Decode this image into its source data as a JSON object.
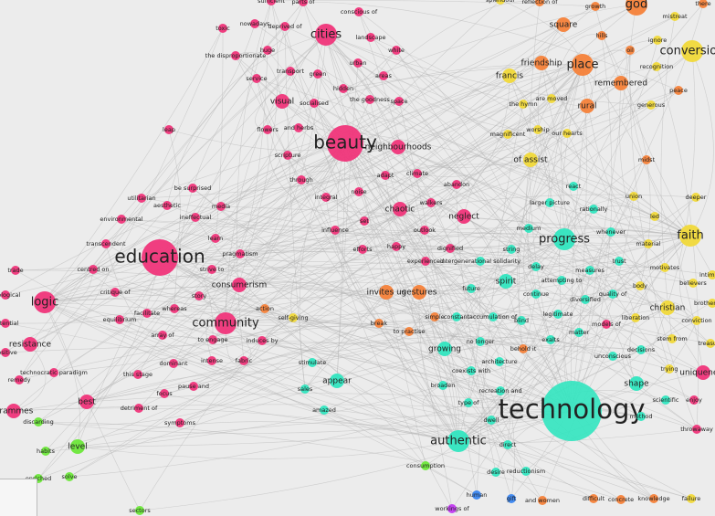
{
  "graph": {
    "colors": {
      "pink": "#f0357a",
      "orange": "#f5823a",
      "yellow": "#f1d93a",
      "teal": "#32e6c0",
      "green": "#6de83a",
      "blue": "#3a86f0",
      "purple": "#c23af0"
    },
    "nodes": [
      {
        "label": "technology",
        "color": "teal",
        "size": "xl"
      },
      {
        "label": "education",
        "color": "pink",
        "size": "l"
      },
      {
        "label": "beauty",
        "color": "pink",
        "size": "l"
      },
      {
        "label": "progress",
        "color": "teal",
        "size": "m"
      },
      {
        "label": "faith",
        "color": "yellow",
        "size": "m"
      },
      {
        "label": "authentic",
        "color": "teal",
        "size": "m"
      },
      {
        "label": "logic",
        "color": "pink",
        "size": "m"
      },
      {
        "label": "community",
        "color": "pink",
        "size": "m"
      },
      {
        "label": "cities",
        "color": "pink",
        "size": "m"
      },
      {
        "label": "god",
        "color": "orange",
        "size": "m"
      },
      {
        "label": "place",
        "color": "orange",
        "size": "m"
      },
      {
        "label": "conversion",
        "color": "yellow",
        "size": "m"
      },
      {
        "label": "spirit",
        "color": "teal",
        "size": "s"
      },
      {
        "label": "growing",
        "color": "teal",
        "size": "s"
      },
      {
        "label": "appear",
        "color": "teal",
        "size": "s"
      },
      {
        "label": "remembered",
        "color": "orange",
        "size": "s"
      },
      {
        "label": "square",
        "color": "orange",
        "size": "s"
      },
      {
        "label": "friendship",
        "color": "orange",
        "size": "s"
      },
      {
        "label": "christian",
        "color": "yellow",
        "size": "s"
      },
      {
        "label": "resistance",
        "color": "pink",
        "size": "s"
      },
      {
        "label": "consumerism",
        "color": "pink",
        "size": "s"
      },
      {
        "label": "chaotic",
        "color": "pink",
        "size": "s"
      },
      {
        "label": "neglect",
        "color": "pink",
        "size": "s"
      },
      {
        "label": "shape",
        "color": "teal",
        "size": "s"
      },
      {
        "label": "level",
        "color": "green",
        "size": "s"
      },
      {
        "label": "visual",
        "color": "pink",
        "size": "s"
      },
      {
        "label": "of assist",
        "color": "yellow",
        "size": "s"
      },
      {
        "label": "francis",
        "color": "yellow",
        "size": "s"
      },
      {
        "label": "rural",
        "color": "orange",
        "size": "s"
      },
      {
        "label": "uniqueness",
        "color": "pink",
        "size": "s"
      },
      {
        "label": "best",
        "color": "pink",
        "size": "s"
      },
      {
        "label": "grammes",
        "color": "pink",
        "size": "s"
      },
      {
        "label": "neighbourhoods",
        "color": "pink",
        "size": "s"
      },
      {
        "label": "invites us",
        "color": "orange",
        "size": "s"
      },
      {
        "label": "gestures",
        "color": "orange",
        "size": "s"
      },
      {
        "label": "direct",
        "color": "teal",
        "size": "xs"
      },
      {
        "label": "reductionism",
        "color": "teal",
        "size": "xs"
      },
      {
        "label": "desire",
        "color": "teal",
        "size": "xs"
      },
      {
        "label": "human",
        "color": "blue",
        "size": "xs"
      },
      {
        "label": "gift",
        "color": "blue",
        "size": "xs"
      },
      {
        "label": "and women",
        "color": "orange",
        "size": "xs"
      },
      {
        "label": "difficult",
        "color": "orange",
        "size": "xs"
      },
      {
        "label": "concrete",
        "color": "orange",
        "size": "xs"
      },
      {
        "label": "knowledge",
        "color": "orange",
        "size": "xs"
      },
      {
        "label": "failure",
        "color": "yellow",
        "size": "xs"
      },
      {
        "label": "workings of",
        "color": "purple",
        "size": "xs"
      },
      {
        "label": "consumption",
        "color": "green",
        "size": "xs"
      },
      {
        "label": "solve",
        "color": "green",
        "size": "xs"
      },
      {
        "label": "habits",
        "color": "green",
        "size": "xs"
      },
      {
        "label": "discarding",
        "color": "green",
        "size": "xs"
      },
      {
        "label": "sectors",
        "color": "green",
        "size": "xs"
      },
      {
        "label": "enriched",
        "color": "green",
        "size": "xs"
      },
      {
        "label": "amazed",
        "color": "teal",
        "size": "xs"
      },
      {
        "label": "sales",
        "color": "teal",
        "size": "xs"
      },
      {
        "label": "stimulate",
        "color": "teal",
        "size": "xs"
      },
      {
        "label": "self-giving",
        "color": "yellow",
        "size": "xs"
      },
      {
        "label": "action",
        "color": "orange",
        "size": "xs"
      },
      {
        "label": "fabric",
        "color": "pink",
        "size": "xs"
      },
      {
        "label": "induces by",
        "color": "pink",
        "size": "xs"
      },
      {
        "label": "to engage",
        "color": "pink",
        "size": "xs"
      },
      {
        "label": "intense",
        "color": "pink",
        "size": "xs"
      },
      {
        "label": "pause and",
        "color": "pink",
        "size": "xs"
      },
      {
        "label": "symptoms",
        "color": "pink",
        "size": "xs"
      },
      {
        "label": "focus",
        "color": "pink",
        "size": "xs"
      },
      {
        "label": "dominant",
        "color": "pink",
        "size": "xs"
      },
      {
        "label": "array of",
        "color": "pink",
        "size": "xs"
      },
      {
        "label": "whereas",
        "color": "pink",
        "size": "xs"
      },
      {
        "label": "story",
        "color": "pink",
        "size": "xs"
      },
      {
        "label": "facilitate",
        "color": "pink",
        "size": "xs"
      },
      {
        "label": "this stage",
        "color": "pink",
        "size": "xs"
      },
      {
        "label": "detriment of",
        "color": "pink",
        "size": "xs"
      },
      {
        "label": "technocratic paradigm",
        "color": "pink",
        "size": "xs"
      },
      {
        "label": "remedy",
        "color": "pink",
        "size": "xs"
      },
      {
        "label": "positive",
        "color": "pink",
        "size": "xs"
      },
      {
        "label": "potential",
        "color": "pink",
        "size": "xs"
      },
      {
        "label": "ecological",
        "color": "pink",
        "size": "xs"
      },
      {
        "label": "trade",
        "color": "pink",
        "size": "xs"
      },
      {
        "label": "centred on",
        "color": "pink",
        "size": "xs"
      },
      {
        "label": "critique of",
        "color": "pink",
        "size": "xs"
      },
      {
        "label": "equilibrium",
        "color": "pink",
        "size": "xs"
      },
      {
        "label": "transcendent",
        "color": "pink",
        "size": "xs"
      },
      {
        "label": "environmental",
        "color": "pink",
        "size": "xs"
      },
      {
        "label": "utilitarian",
        "color": "pink",
        "size": "xs"
      },
      {
        "label": "aesthetic",
        "color": "pink",
        "size": "xs"
      },
      {
        "label": "ineffectual",
        "color": "pink",
        "size": "xs"
      },
      {
        "label": "be surprised",
        "color": "pink",
        "size": "xs"
      },
      {
        "label": "media",
        "color": "pink",
        "size": "xs"
      },
      {
        "label": "learn",
        "color": "pink",
        "size": "xs"
      },
      {
        "label": "pragmatism",
        "color": "pink",
        "size": "xs"
      },
      {
        "label": "strive to",
        "color": "pink",
        "size": "xs"
      },
      {
        "label": "leap",
        "color": "pink",
        "size": "xs"
      },
      {
        "label": "flowers",
        "color": "pink",
        "size": "xs"
      },
      {
        "label": "and herbs",
        "color": "pink",
        "size": "xs"
      },
      {
        "label": "scripture",
        "color": "pink",
        "size": "xs"
      },
      {
        "label": "through",
        "color": "pink",
        "size": "xs"
      },
      {
        "label": "integral",
        "color": "pink",
        "size": "xs"
      },
      {
        "label": "noise",
        "color": "pink",
        "size": "xs"
      },
      {
        "label": "set",
        "color": "pink",
        "size": "xs"
      },
      {
        "label": "influence",
        "color": "pink",
        "size": "xs"
      },
      {
        "label": "efforts",
        "color": "pink",
        "size": "xs"
      },
      {
        "label": "happy",
        "color": "pink",
        "size": "xs"
      },
      {
        "label": "outlook",
        "color": "pink",
        "size": "xs"
      },
      {
        "label": "walkers",
        "color": "pink",
        "size": "xs"
      },
      {
        "label": "adapt",
        "color": "pink",
        "size": "xs"
      },
      {
        "label": "climate",
        "color": "pink",
        "size": "xs"
      },
      {
        "label": "abandon",
        "color": "pink",
        "size": "xs"
      },
      {
        "label": "dignified",
        "color": "pink",
        "size": "xs"
      },
      {
        "label": "experienced",
        "color": "pink",
        "size": "xs"
      },
      {
        "label": "intergenerational solidarity",
        "color": "teal",
        "size": "xs"
      },
      {
        "label": "string",
        "color": "teal",
        "size": "xs"
      },
      {
        "label": "medium",
        "color": "teal",
        "size": "xs"
      },
      {
        "label": "delay",
        "color": "teal",
        "size": "xs"
      },
      {
        "label": "future",
        "color": "teal",
        "size": "xs"
      },
      {
        "label": "continue",
        "color": "teal",
        "size": "xs"
      },
      {
        "label": "constant",
        "color": "teal",
        "size": "xs"
      },
      {
        "label": "accumulation of",
        "color": "teal",
        "size": "xs"
      },
      {
        "label": "blind",
        "color": "teal",
        "size": "xs"
      },
      {
        "label": "simple",
        "color": "orange",
        "size": "xs"
      },
      {
        "label": "to practise",
        "color": "orange",
        "size": "xs"
      },
      {
        "label": "break",
        "color": "orange",
        "size": "xs"
      },
      {
        "label": "no longer",
        "color": "teal",
        "size": "xs"
      },
      {
        "label": "behold it",
        "color": "orange",
        "size": "xs"
      },
      {
        "label": "exalts",
        "color": "teal",
        "size": "xs"
      },
      {
        "label": "matter",
        "color": "teal",
        "size": "xs"
      },
      {
        "label": "legitimate",
        "color": "teal",
        "size": "xs"
      },
      {
        "label": "diversified",
        "color": "teal",
        "size": "xs"
      },
      {
        "label": "attempting to",
        "color": "teal",
        "size": "xs"
      },
      {
        "label": "measures",
        "color": "teal",
        "size": "xs"
      },
      {
        "label": "quality of",
        "color": "teal",
        "size": "xs"
      },
      {
        "label": "models of",
        "color": "pink",
        "size": "xs"
      },
      {
        "label": "trust",
        "color": "teal",
        "size": "xs"
      },
      {
        "label": "whenever",
        "color": "teal",
        "size": "xs"
      },
      {
        "label": "rationally",
        "color": "teal",
        "size": "xs"
      },
      {
        "label": "larger picture",
        "color": "teal",
        "size": "xs"
      },
      {
        "label": "react",
        "color": "teal",
        "size": "xs"
      },
      {
        "label": "architecture",
        "color": "teal",
        "size": "xs"
      },
      {
        "label": "coexists with",
        "color": "teal",
        "size": "xs"
      },
      {
        "label": "broaden",
        "color": "teal",
        "size": "xs"
      },
      {
        "label": "type of",
        "color": "teal",
        "size": "xs"
      },
      {
        "label": "dwell",
        "color": "teal",
        "size": "xs"
      },
      {
        "label": "recreation and",
        "color": "teal",
        "size": "xs"
      },
      {
        "label": "unconscious",
        "color": "teal",
        "size": "xs"
      },
      {
        "label": "decisions",
        "color": "teal",
        "size": "xs"
      },
      {
        "label": "liberation",
        "color": "yellow",
        "size": "xs"
      },
      {
        "label": "body",
        "color": "yellow",
        "size": "xs"
      },
      {
        "label": "material",
        "color": "yellow",
        "size": "xs"
      },
      {
        "label": "led",
        "color": "yellow",
        "size": "xs"
      },
      {
        "label": "union",
        "color": "yellow",
        "size": "xs"
      },
      {
        "label": "deeper",
        "color": "yellow",
        "size": "xs"
      },
      {
        "label": "motivates",
        "color": "yellow",
        "size": "xs"
      },
      {
        "label": "believers",
        "color": "yellow",
        "size": "xs"
      },
      {
        "label": "conviction",
        "color": "yellow",
        "size": "xs"
      },
      {
        "label": "stem from",
        "color": "yellow",
        "size": "xs"
      },
      {
        "label": "trying",
        "color": "yellow",
        "size": "xs"
      },
      {
        "label": "scientific",
        "color": "teal",
        "size": "xs"
      },
      {
        "label": "enjoy",
        "color": "pink",
        "size": "xs"
      },
      {
        "label": "throwaway",
        "color": "pink",
        "size": "xs"
      },
      {
        "label": "method",
        "color": "teal",
        "size": "xs"
      },
      {
        "label": "brotherhood",
        "color": "yellow",
        "size": "xs"
      },
      {
        "label": "treasure",
        "color": "yellow",
        "size": "xs"
      },
      {
        "label": "intimacy",
        "color": "yellow",
        "size": "xs"
      },
      {
        "label": "midst",
        "color": "orange",
        "size": "xs"
      },
      {
        "label": "magnificent",
        "color": "yellow",
        "size": "xs"
      },
      {
        "label": "worship",
        "color": "yellow",
        "size": "xs"
      },
      {
        "label": "our hearts",
        "color": "yellow",
        "size": "xs"
      },
      {
        "label": "the hymn",
        "color": "yellow",
        "size": "xs"
      },
      {
        "label": "are moved",
        "color": "yellow",
        "size": "xs"
      },
      {
        "label": "generous",
        "color": "yellow",
        "size": "xs"
      },
      {
        "label": "peace",
        "color": "orange",
        "size": "xs"
      },
      {
        "label": "recognition",
        "color": "yellow",
        "size": "xs"
      },
      {
        "label": "ignore",
        "color": "yellow",
        "size": "xs"
      },
      {
        "label": "mistreat",
        "color": "yellow",
        "size": "xs"
      },
      {
        "label": "hills",
        "color": "orange",
        "size": "xs"
      },
      {
        "label": "oil",
        "color": "orange",
        "size": "xs"
      },
      {
        "label": "growth",
        "color": "orange",
        "size": "xs"
      },
      {
        "label": "there",
        "color": "orange",
        "size": "xs"
      },
      {
        "label": "splendour",
        "color": "yellow",
        "size": "xs"
      },
      {
        "label": "reflection of",
        "color": "orange",
        "size": "xs"
      },
      {
        "label": "toxic",
        "color": "pink",
        "size": "xs"
      },
      {
        "label": "nowadays",
        "color": "pink",
        "size": "xs"
      },
      {
        "label": "deprived of",
        "color": "pink",
        "size": "xs"
      },
      {
        "label": "sufficient",
        "color": "pink",
        "size": "xs"
      },
      {
        "label": "parts of",
        "color": "pink",
        "size": "xs"
      },
      {
        "label": "conscious of",
        "color": "pink",
        "size": "xs"
      },
      {
        "label": "landscape",
        "color": "pink",
        "size": "xs"
      },
      {
        "label": "white",
        "color": "pink",
        "size": "xs"
      },
      {
        "label": "the disproportionate",
        "color": "pink",
        "size": "xs"
      },
      {
        "label": "huge",
        "color": "pink",
        "size": "xs"
      },
      {
        "label": "transport",
        "color": "pink",
        "size": "xs"
      },
      {
        "label": "urban",
        "color": "pink",
        "size": "xs"
      },
      {
        "label": "green",
        "color": "pink",
        "size": "xs"
      },
      {
        "label": "areas",
        "color": "pink",
        "size": "xs"
      },
      {
        "label": "service",
        "color": "pink",
        "size": "xs"
      },
      {
        "label": "hidden",
        "color": "pink",
        "size": "xs"
      },
      {
        "label": "socialised",
        "color": "pink",
        "size": "xs"
      },
      {
        "label": "the goodness",
        "color": "pink",
        "size": "xs"
      },
      {
        "label": "space",
        "color": "pink",
        "size": "xs"
      }
    ]
  }
}
